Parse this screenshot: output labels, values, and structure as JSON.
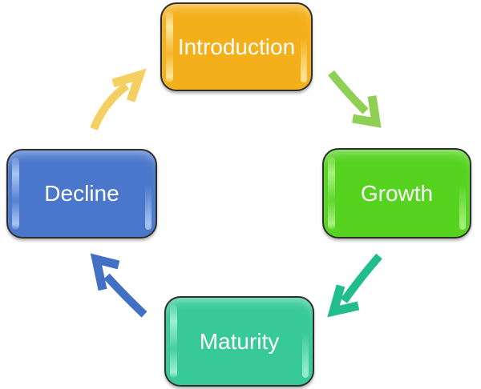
{
  "diagram": {
    "type": "cycle",
    "background": "#ffffff",
    "box_border_color": "#2f2f2f",
    "text_color": "#ffffff"
  },
  "stages": [
    {
      "id": "introduction",
      "label": "Introduction",
      "color": "#F4B01B",
      "color_dark": "#DD9A08",
      "highlight": "#FFEAA6",
      "position": "top"
    },
    {
      "id": "growth",
      "label": "Growth",
      "color": "#55D31F",
      "color_dark": "#3FB810",
      "highlight": "#AFF287",
      "position": "right"
    },
    {
      "id": "maturity",
      "label": "Maturity",
      "color": "#38C998",
      "color_dark": "#21AE7D",
      "highlight": "#A3F1D8",
      "position": "bottom"
    },
    {
      "id": "decline",
      "label": "Decline",
      "color": "#4A77CB",
      "color_dark": "#3760AC",
      "highlight": "#AECBF5",
      "position": "left"
    }
  ],
  "arrows": [
    {
      "from": "Introduction",
      "to": "Growth",
      "color": "#8FD054",
      "direction": "down-right"
    },
    {
      "from": "Growth",
      "to": "Maturity",
      "color": "#21BD8C",
      "direction": "down-left"
    },
    {
      "from": "Maturity",
      "to": "Decline",
      "color": "#4170C4",
      "direction": "up-left"
    },
    {
      "from": "Decline",
      "to": "Introduction",
      "color": "#F6CF63",
      "direction": "up-right"
    }
  ]
}
